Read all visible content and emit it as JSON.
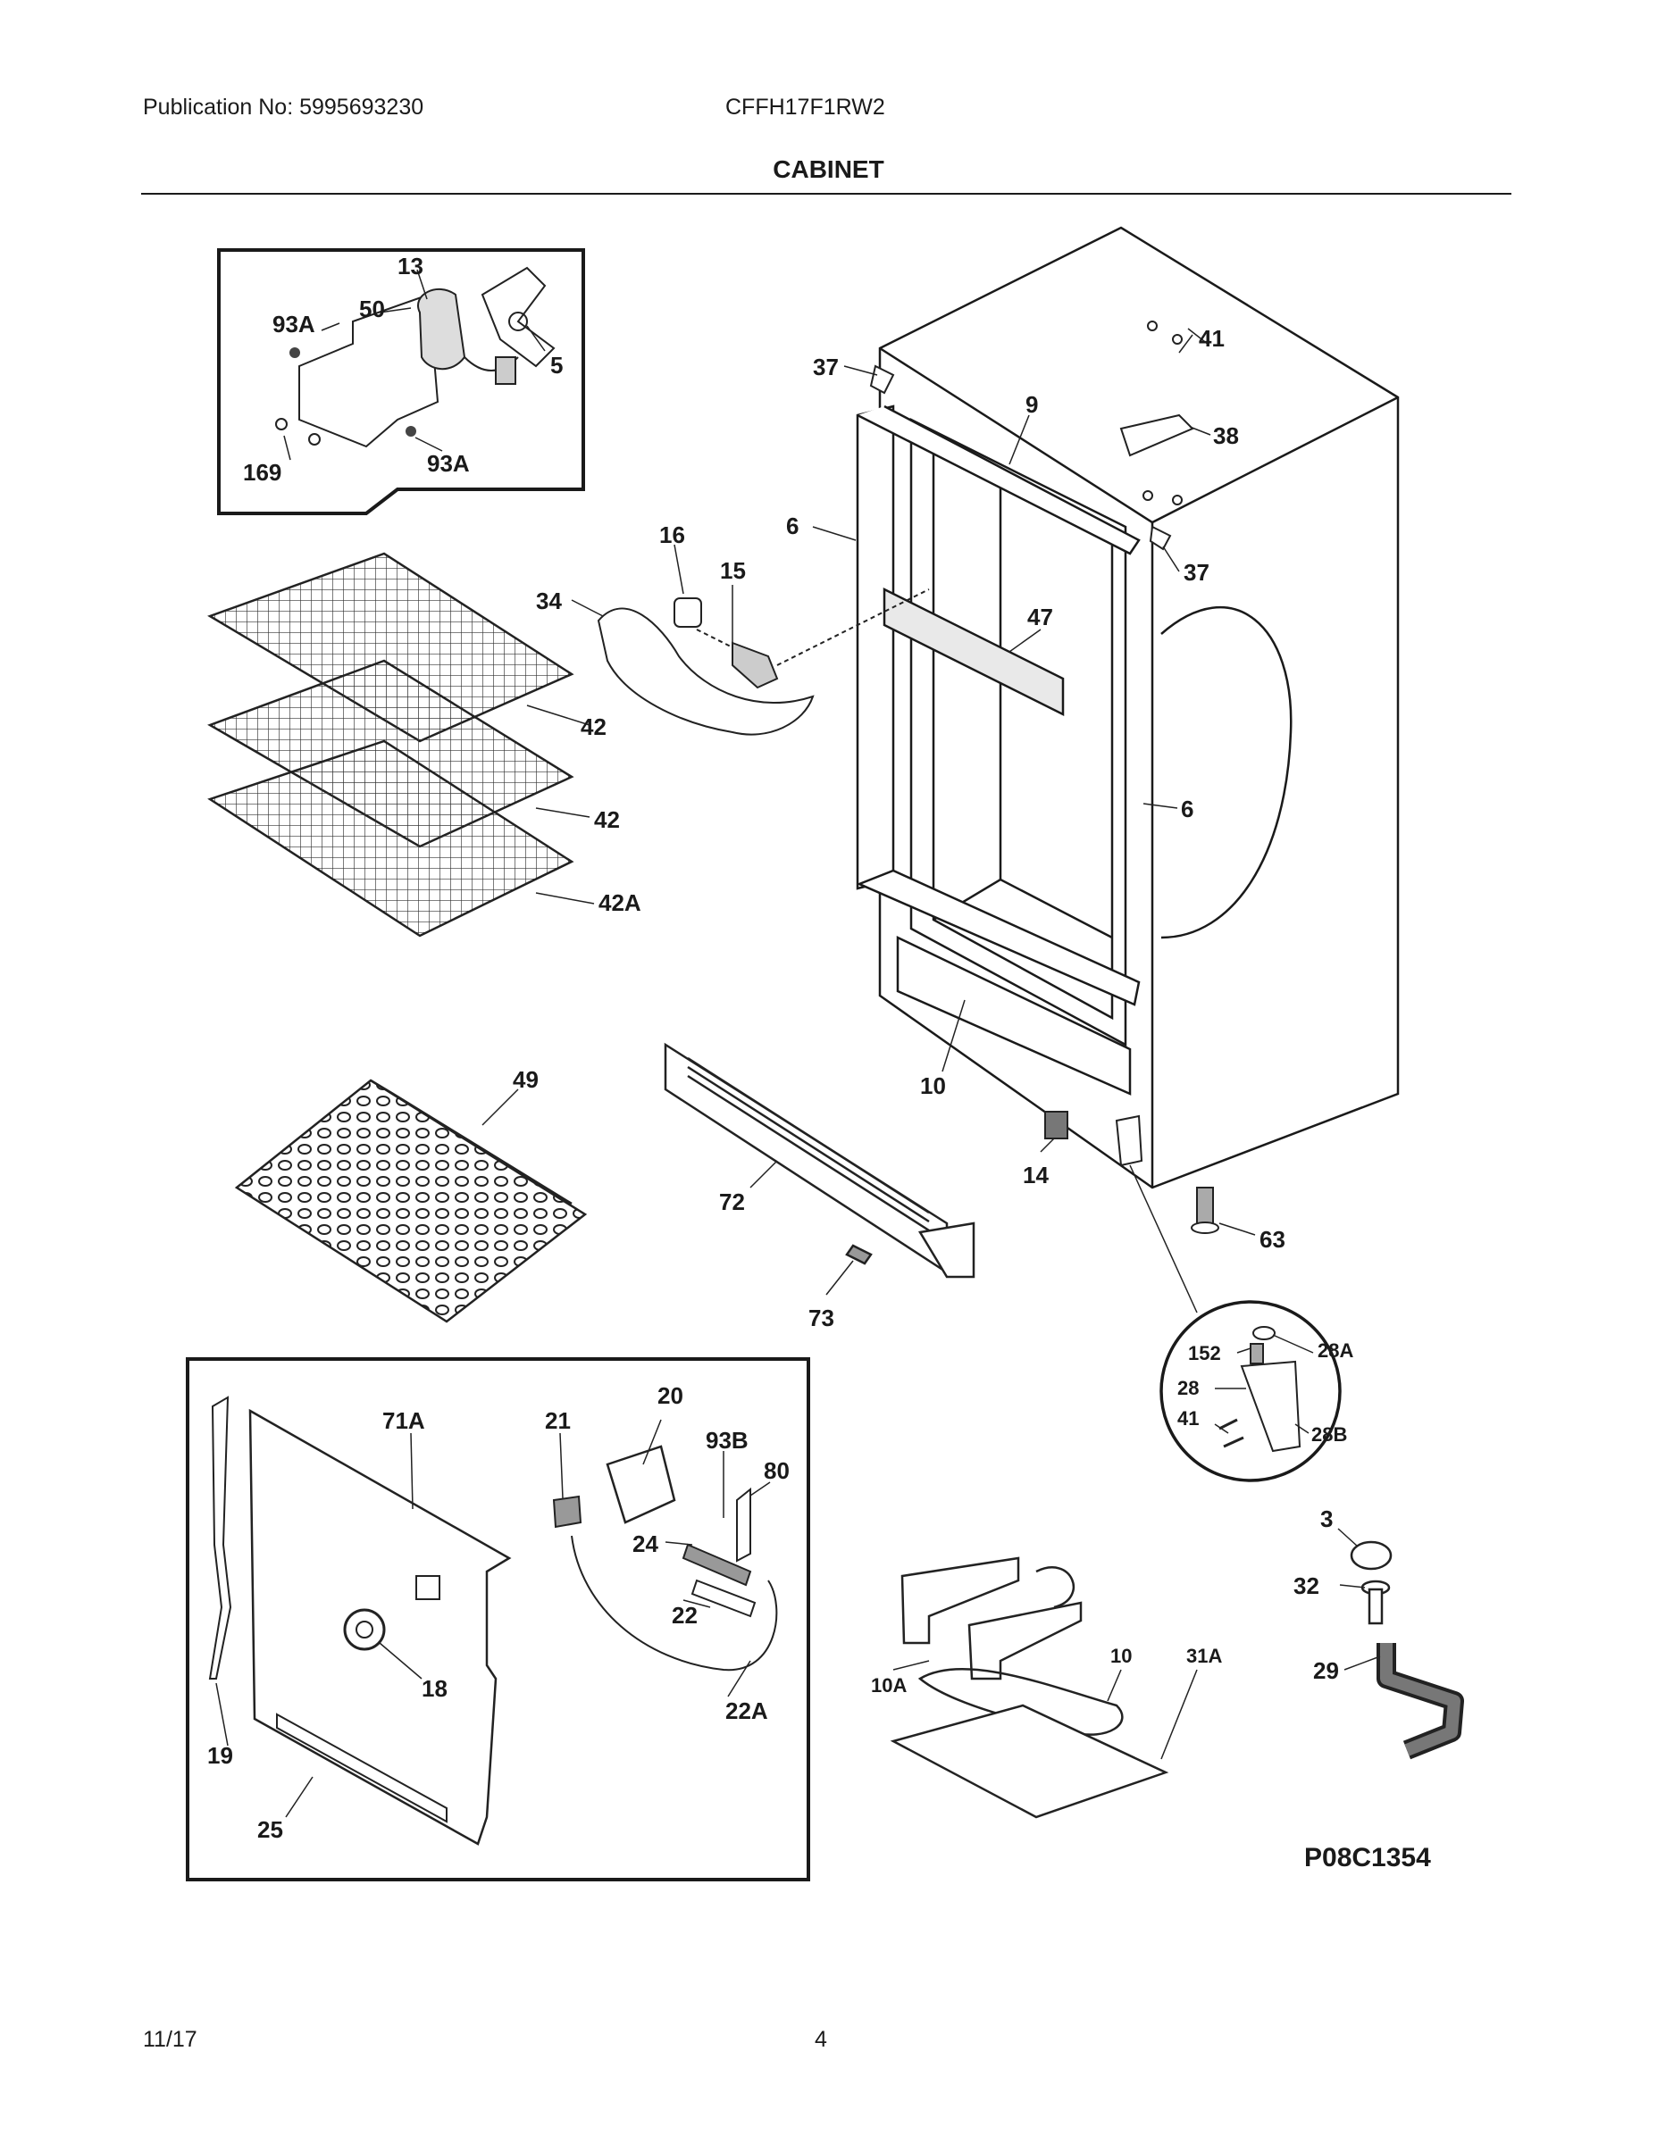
{
  "header": {
    "publication": "Publication No: 5995693230",
    "model": "CFFH17F1RW2",
    "title": "CABINET"
  },
  "footer": {
    "date": "11/17",
    "page": "4"
  },
  "diagram_code": "P08C1354",
  "callouts": {
    "c13": "13",
    "c93A_1": "93A",
    "c50": "50",
    "c5": "5",
    "c169": "169",
    "c93A_2": "93A",
    "c37_1": "37",
    "c9": "9",
    "c41_1": "41",
    "c38": "38",
    "c37_2": "37",
    "c16": "16",
    "c15": "15",
    "c6_1": "6",
    "c34": "34",
    "c47": "47",
    "c6_2": "6",
    "c42_1": "42",
    "c42_2": "42",
    "c42A": "42A",
    "c49": "49",
    "c72": "72",
    "c73": "73",
    "c10_1": "10",
    "c14": "14",
    "c63": "63",
    "c152": "152",
    "c28A": "28A",
    "c28": "28",
    "c41_2": "41",
    "c28B": "28B",
    "c71A": "71A",
    "c21": "21",
    "c20": "20",
    "c93B": "93B",
    "c80": "80",
    "c24": "24",
    "c22": "22",
    "c18": "18",
    "c22A": "22A",
    "c19": "19",
    "c25": "25",
    "c10A": "10A",
    "c10_2": "10",
    "c31A": "31A",
    "c3": "3",
    "c32": "32",
    "c29": "29"
  }
}
